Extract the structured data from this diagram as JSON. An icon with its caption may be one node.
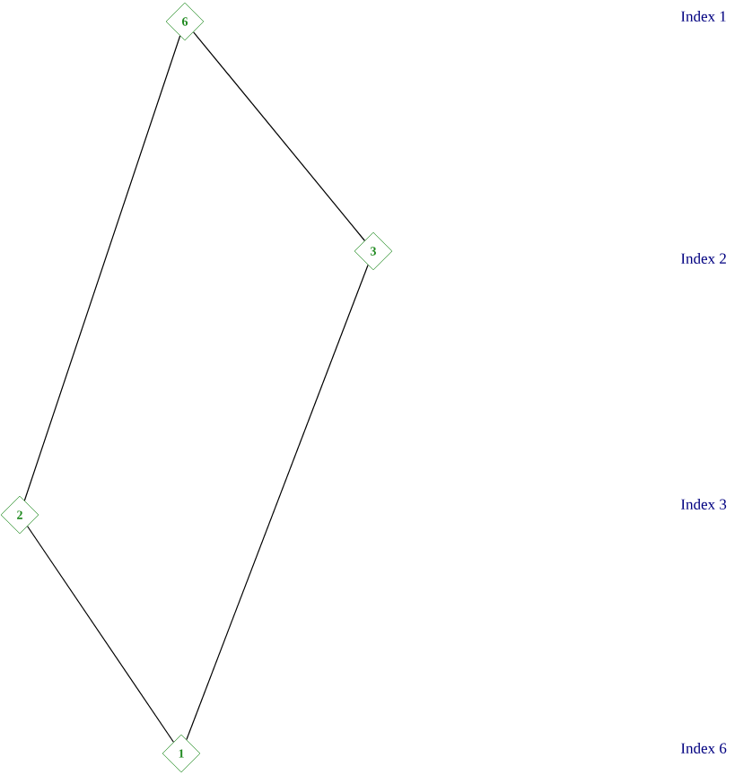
{
  "diagram": {
    "nodes": [
      {
        "text": [
          "6"
        ]
      },
      {
        "text": [
          "3"
        ]
      },
      {
        "text": [
          "2"
        ]
      },
      {
        "text": [
          "1"
        ]
      }
    ],
    "edges": [
      {
        "from": 0,
        "to": 1,
        "arrow": "none"
      },
      {
        "from": 0,
        "to": 2,
        "arrow": "none"
      },
      {
        "from": 1,
        "to": 3,
        "arrow": "none"
      },
      {
        "from": 2,
        "to": 3,
        "arrow": "none"
      }
    ],
    "labels": [
      "Index 1",
      "Index 2",
      "Index 3",
      "Index 6"
    ]
  }
}
